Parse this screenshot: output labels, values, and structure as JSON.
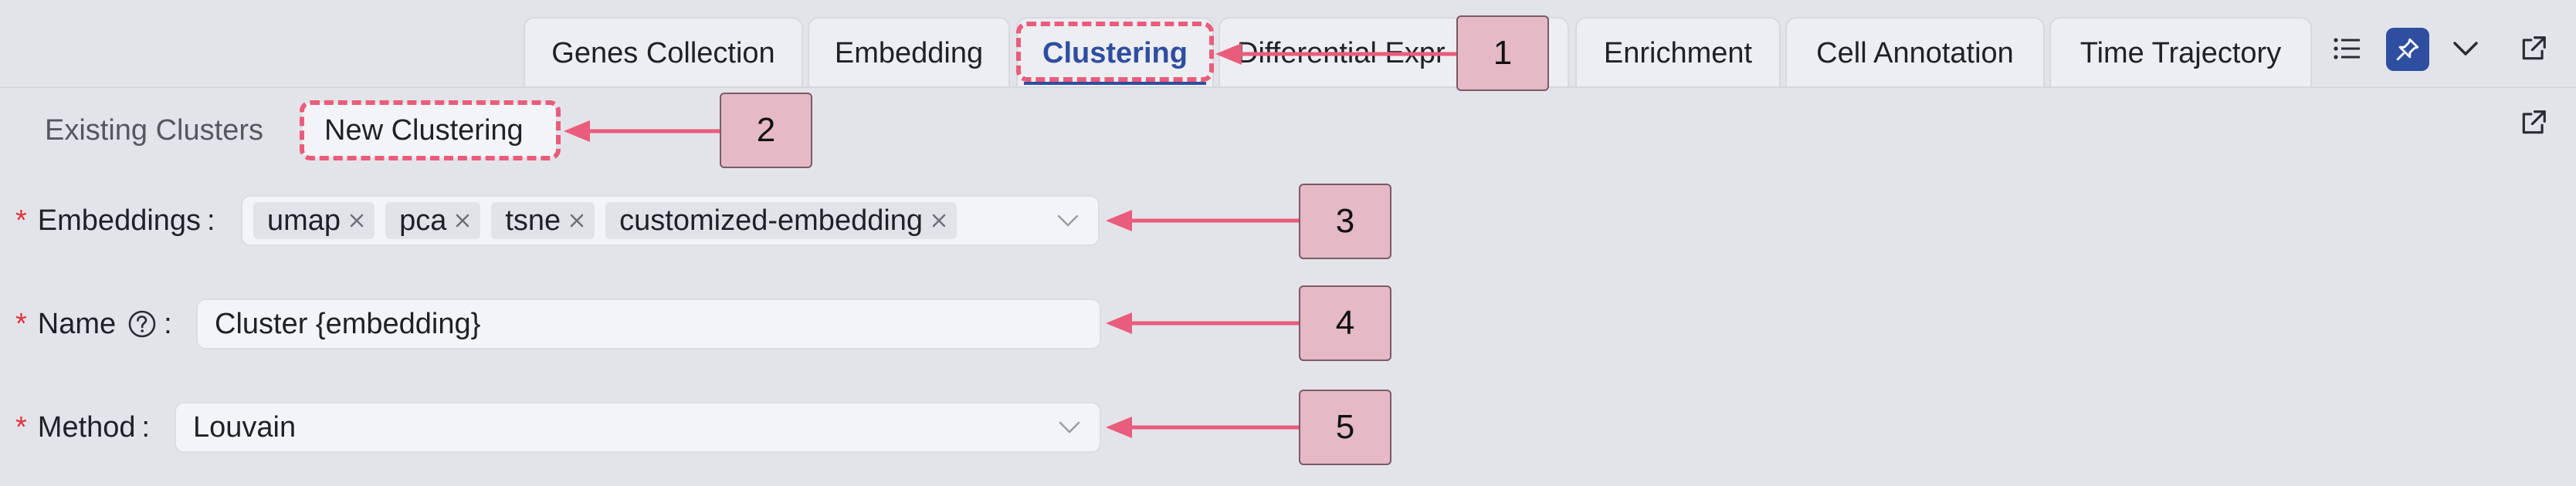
{
  "tabs": [
    {
      "label": "Genes Collection",
      "active": false
    },
    {
      "label": "Embedding",
      "active": false
    },
    {
      "label": "Clustering",
      "active": true
    },
    {
      "label": "Differential Expr",
      "active": false
    },
    {
      "label": "Enrichment",
      "active": false
    },
    {
      "label": "Cell Annotation",
      "active": false
    },
    {
      "label": "Time Trajectory",
      "active": false
    }
  ],
  "tab_overflow": "...",
  "controls": {
    "list_icon": "list-icon",
    "pin_icon": "pin-icon",
    "collapse_icon": "chevron-down-icon",
    "popout_icon": "external-link-icon"
  },
  "subtabs": {
    "existing": "Existing Clusters",
    "new": "New Clustering"
  },
  "form": {
    "embeddings": {
      "required_mark": "*",
      "label": "Embeddings",
      "colon": ":",
      "tags": [
        "umap",
        "pca",
        "tsne",
        "customized-embedding"
      ]
    },
    "name": {
      "required_mark": "*",
      "label": "Name",
      "colon": ":",
      "help_icon": "question-circle-icon",
      "value": "Cluster {embedding}"
    },
    "method": {
      "required_mark": "*",
      "label": "Method",
      "colon": ":",
      "value": "Louvain"
    }
  },
  "callouts": [
    "1",
    "2",
    "3",
    "4",
    "5"
  ],
  "colors": {
    "accent": "#2e4ea0",
    "highlight": "#ea5c7b",
    "callout_fill": "#e5b9c6",
    "required": "#e1343b",
    "background": "#e3e4ea"
  }
}
